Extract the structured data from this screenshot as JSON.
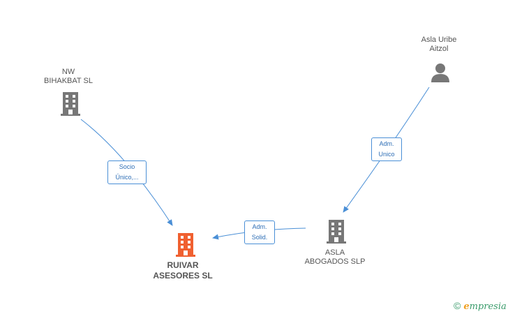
{
  "colors": {
    "edge": "#4a8fd6",
    "company": "#777777",
    "main_company": "#f06030",
    "person": "#777777",
    "brand_green": "#3a9b6b",
    "brand_orange": "#f0a020"
  },
  "nodes": {
    "nw_bihakbat": {
      "line1": "NW",
      "line2": "BIHAKBAT SL",
      "icon": "building-icon"
    },
    "asla_uribe": {
      "line1": "Asla Uribe",
      "line2": "Aitzol",
      "icon": "person-icon"
    },
    "ruivar": {
      "line1": "RUIVAR",
      "line2": "ASESORES SL",
      "icon": "building-icon"
    },
    "asla_abogados": {
      "line1": "ASLA",
      "line2": "ABOGADOS SLP",
      "icon": "building-icon"
    }
  },
  "edges": {
    "socio": {
      "line1": "Socio",
      "line2": "Único,..."
    },
    "adm_unico": {
      "line1": "Adm.",
      "line2": "Unico"
    },
    "adm_solid": {
      "line1": "Adm.",
      "line2": "Solid."
    }
  },
  "brand": {
    "copyright": "©",
    "e": "e",
    "rest": "mpresia"
  }
}
